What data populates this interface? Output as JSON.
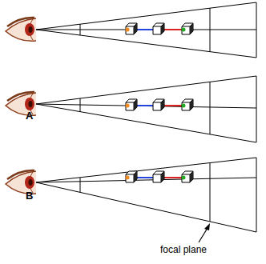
{
  "diagram": {
    "labels": [
      "A",
      "B",
      "focal plane"
    ]
  }
}
